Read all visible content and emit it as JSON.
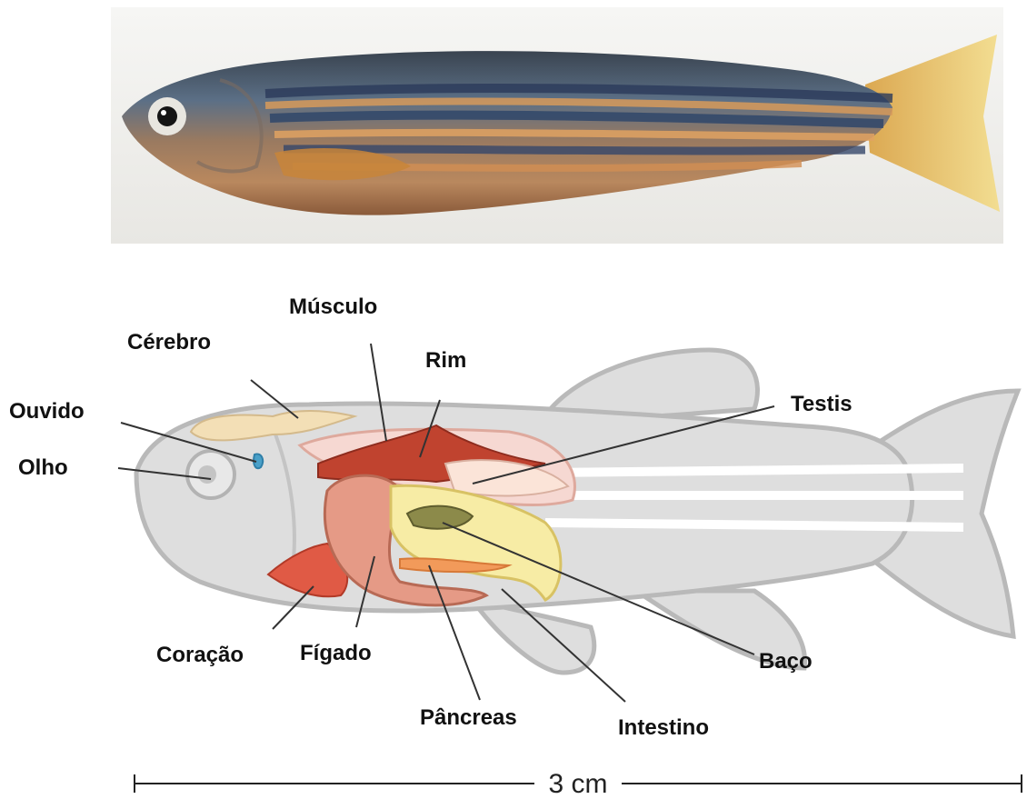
{
  "labels": {
    "musculo": "Músculo",
    "cerebro": "Cérebro",
    "rim": "Rim",
    "ouvido": "Ouvido",
    "testis": "Testis",
    "olho": "Olho",
    "coracao": "Coração",
    "figado": "Fígado",
    "baco": "Baço",
    "pancreas": "Pâncreas",
    "intestino": "Intestino"
  },
  "scale_bar": {
    "label": "3 cm"
  }
}
